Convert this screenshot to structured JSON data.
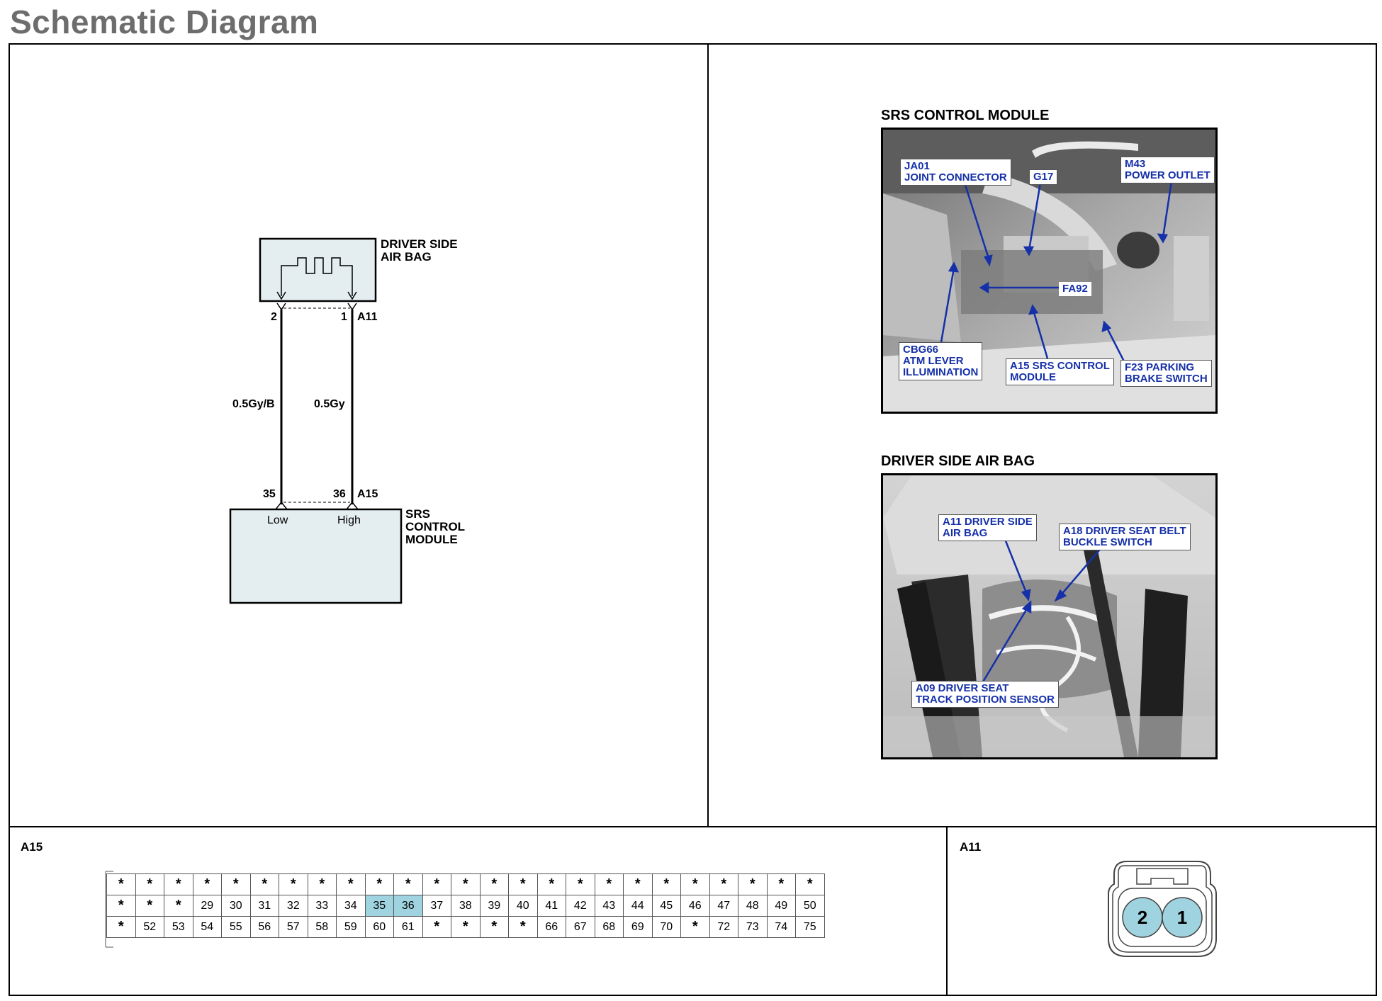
{
  "page": {
    "title": "Schematic Diagram"
  },
  "schematic": {
    "airbag_label_lines": [
      "DRIVER SIDE",
      "AIR BAG"
    ],
    "airbag_pin_left": "2",
    "airbag_pin_right": "1",
    "airbag_connector": "A11",
    "wire_left": "0.5Gy/B",
    "wire_right": "0.5Gy",
    "module_pin_left": "35",
    "module_pin_right": "36",
    "module_connector": "A15",
    "module_port_left": "Low",
    "module_port_right": "High",
    "module_label_lines": [
      "SRS",
      "CONTROL",
      "MODULE"
    ],
    "colors": {
      "box_fill": "#e4eef0",
      "wire": "#000000"
    }
  },
  "photos": {
    "srs": {
      "title": "SRS CONTROL MODULE",
      "callouts": {
        "ja01": "JA01\nJOINT CONNECTOR",
        "g17": "G17",
        "m43": "M43\nPOWER OUTLET",
        "fa92": "FA92",
        "cbg66": "CBG66\nATM LEVER\nILLUMINATION",
        "a15": "A15 SRS CONTROL\nMODULE",
        "f23": "F23 PARKING\nBRAKE SWITCH"
      }
    },
    "airbag": {
      "title": "DRIVER SIDE AIR BAG",
      "callouts": {
        "a11": "A11 DRIVER SIDE\nAIR BAG",
        "a18": "A18 DRIVER SEAT BELT\nBUCKLE SWITCH",
        "a09": "A09 DRIVER SEAT\nTRACK POSITION SENSOR"
      }
    }
  },
  "connectors": {
    "a15": {
      "label": "A15",
      "rows": [
        [
          "*",
          "*",
          "*",
          "*",
          "*",
          "*",
          "*",
          "*",
          "*",
          "*",
          "*",
          "*",
          "*",
          "*",
          "*",
          "*",
          "*",
          "*",
          "*",
          "*",
          "*",
          "*",
          "*",
          "*",
          "*"
        ],
        [
          "*",
          "*",
          "*",
          "29",
          "30",
          "31",
          "32",
          "33",
          "34",
          "35",
          "36",
          "37",
          "38",
          "39",
          "40",
          "41",
          "42",
          "43",
          "44",
          "45",
          "46",
          "47",
          "48",
          "49",
          "50"
        ],
        [
          "*",
          "52",
          "53",
          "54",
          "55",
          "56",
          "57",
          "58",
          "59",
          "60",
          "61",
          "*",
          "*",
          "*",
          "*",
          "66",
          "67",
          "68",
          "69",
          "70",
          "*",
          "72",
          "73",
          "74",
          "75"
        ]
      ],
      "highlighted": [
        "35",
        "36"
      ],
      "highlight_color": "#9fd3df"
    },
    "a11": {
      "label": "A11",
      "pins": [
        "2",
        "1"
      ],
      "pin_color": "#9fd3df"
    }
  }
}
